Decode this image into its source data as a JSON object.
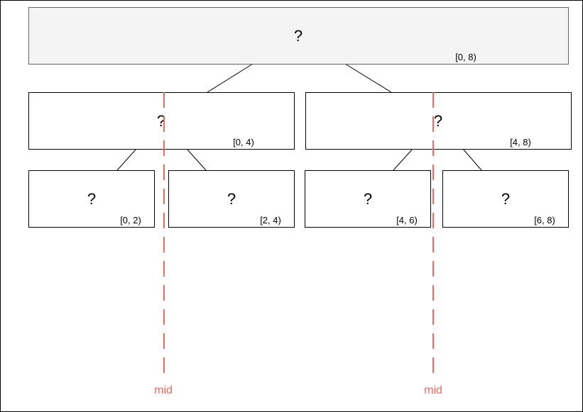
{
  "colors": {
    "mid_line": "#ea6b66",
    "root_fill": "#f4f4f4",
    "node_fill": "#ffffff",
    "stroke": "#000000"
  },
  "tree": {
    "root": {
      "value": "?",
      "range": "[0, 8)"
    },
    "left": {
      "value": "?",
      "range": "[0, 4)"
    },
    "right": {
      "value": "?",
      "range": "[4, 8)"
    },
    "leaf_0_2": {
      "value": "?",
      "range": "[0, 2)"
    },
    "leaf_2_4": {
      "value": "?",
      "range": "[2, 4)"
    },
    "leaf_4_6": {
      "value": "?",
      "range": "[4, 6)"
    },
    "leaf_6_8": {
      "value": "?",
      "range": "[6, 8)"
    }
  },
  "markers": {
    "left_mid": "mid",
    "right_mid": "mid"
  }
}
